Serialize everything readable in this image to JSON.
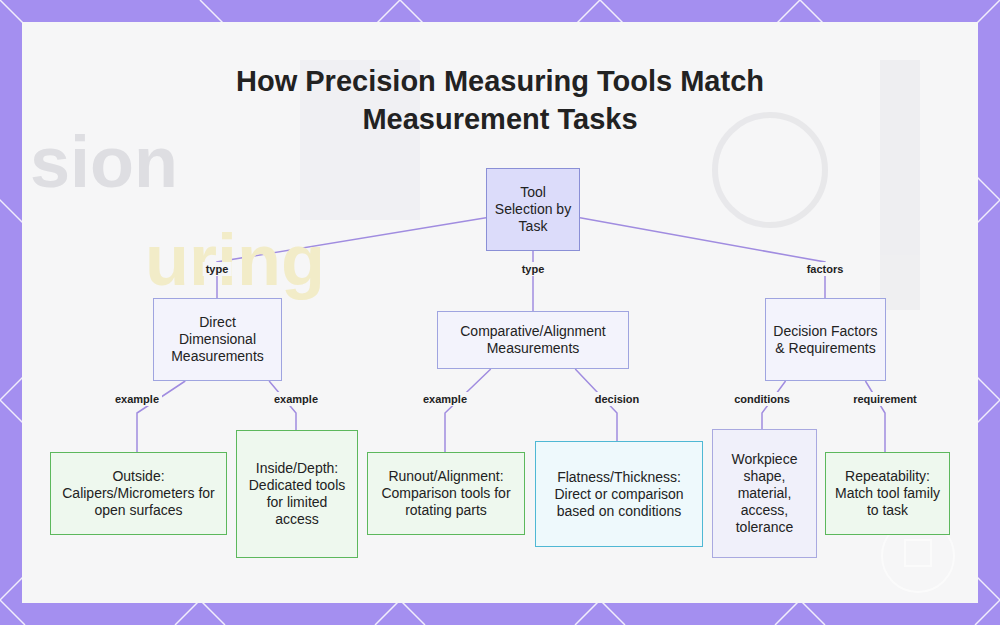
{
  "diagram": {
    "title": "How Precision Measuring Tools Match Measurement Tasks",
    "nodes": [
      {
        "text": [
          "Tool Selection by Task"
        ]
      },
      {
        "text": [
          "Direct Dimensional Measurements"
        ]
      },
      {
        "text": [
          "Comparative/Alignment Measurements"
        ]
      },
      {
        "text": [
          "Decision Factors & Requirements"
        ]
      },
      {
        "text": [
          "Outside: Calipers/Micrometers for open surfaces"
        ]
      },
      {
        "text": [
          "Inside/Depth: Dedicated tools for limited access"
        ]
      },
      {
        "text": [
          "Runout/Alignment: Comparison tools for rotating parts"
        ]
      },
      {
        "text": [
          "Flatness/Thickness: Direct or comparison based on conditions"
        ]
      },
      {
        "text": [
          "Workpiece shape, material, access, tolerance"
        ]
      },
      {
        "text": [
          "Repeatability: Match tool family to task"
        ]
      }
    ],
    "edges": [
      {
        "from": 0,
        "to": 1,
        "label": "type",
        "arrow": "none"
      },
      {
        "from": 0,
        "to": 2,
        "label": "type",
        "arrow": "none"
      },
      {
        "from": 0,
        "to": 3,
        "label": "factors",
        "arrow": "none"
      },
      {
        "from": 1,
        "to": 4,
        "label": "example",
        "arrow": "none"
      },
      {
        "from": 1,
        "to": 5,
        "label": "example",
        "arrow": "none"
      },
      {
        "from": 2,
        "to": 6,
        "label": "example",
        "arrow": "none"
      },
      {
        "from": 2,
        "to": 7,
        "label": "decision",
        "arrow": "none"
      },
      {
        "from": 3,
        "to": 8,
        "label": "conditions",
        "arrow": "none"
      },
      {
        "from": 3,
        "to": 9,
        "label": "requirement",
        "arrow": "none"
      }
    ],
    "labels": [
      "sion",
      "uring"
    ]
  }
}
